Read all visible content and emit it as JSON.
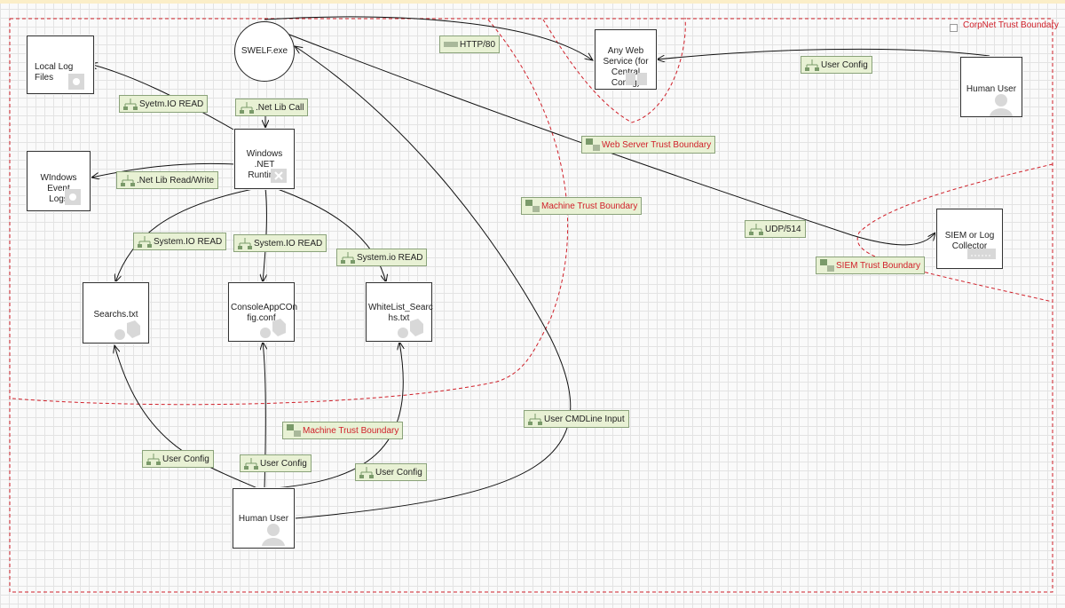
{
  "colors": {
    "boundary": "#d0202a",
    "flow_label_bg": "#e8f1d4",
    "flow_label_border": "#8aa27a",
    "edge": "#111111"
  },
  "process": {
    "label": "SWELF.exe",
    "icon": "gear-icon"
  },
  "nodes": {
    "local_log_files": {
      "label": "Local Log Files",
      "icon": "file-gear-icon"
    },
    "windows_event_logs": {
      "label": "WIndows Event\nLogs",
      "icon": "file-gear-icon"
    },
    "dotnet_runtime": {
      "label": "Windows .NET\nRuntime",
      "icon": "close-icon"
    },
    "any_web_service": {
      "label": "Any Web\nService (for\nCentral Config)",
      "icon": "server-icon"
    },
    "human_user_right": {
      "label": "Human User",
      "icon": "user-icon"
    },
    "siem_collector": {
      "label": "SIEM or Log\nCollector",
      "icon": "device-icon"
    },
    "searchs_txt": {
      "label": "Searchs.txt",
      "icon": "cube-icon"
    },
    "consoleapp_config": {
      "label": "ConsoleAppCOn\nfig.conf",
      "icon": "cube-icon"
    },
    "whitelist_searchs": {
      "label": "WhiteList_Searc\nhs.txt",
      "icon": "cube-icon"
    },
    "human_user_bottom": {
      "label": "Human User",
      "icon": "user-icon"
    }
  },
  "flows": {
    "http80": "HTTP/80",
    "user_config_right": "User Config",
    "systemio_read_1": "Syetm.IO READ",
    "net_lib_call": ".Net Lib Call",
    "net_lib_rw": ".Net Lib Read/Write",
    "udp514": "UDP/514",
    "systemio_read_2": "System.IO READ",
    "systemio_read_3": "System.IO READ",
    "systemio_read_4": "System.io READ",
    "user_cmdline": "User CMDLine Input",
    "user_config_1": "User Config",
    "user_config_2": "User Config",
    "user_config_3": "User Config"
  },
  "boundaries": {
    "corpnet": "CorpNet Trust Boundary",
    "web_server": "Web Server Trust Boundary",
    "machine_1": "Machine Trust Boundary",
    "siem": "SIEM Trust Boundary",
    "machine_2": "Machine Trust Boundary"
  }
}
